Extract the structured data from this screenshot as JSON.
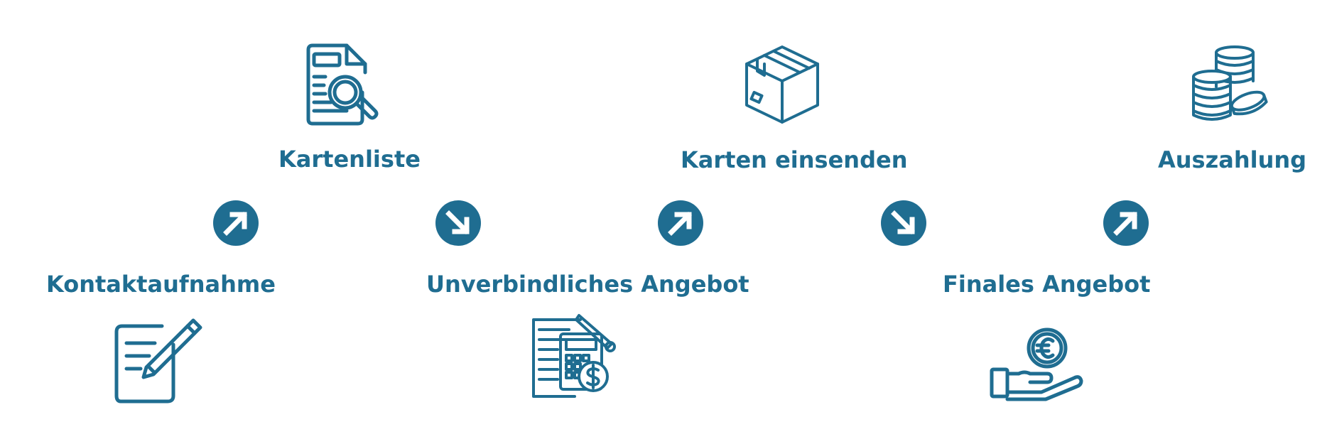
{
  "colors": {
    "accent": "#1f6d91",
    "background": "#ffffff",
    "arrow_glyph": "#ffffff"
  },
  "steps": [
    {
      "label": "Kontaktaufnahme",
      "icon": "note-pencil-icon"
    },
    {
      "label": "Kartenliste",
      "icon": "document-search-icon"
    },
    {
      "label": "Unverbindliches Angebot",
      "icon": "calculator-document-icon"
    },
    {
      "label": "Karten einsenden",
      "icon": "package-box-icon"
    },
    {
      "label": "Finales Angebot",
      "icon": "hand-euro-coin-icon"
    },
    {
      "label": "Auszahlung",
      "icon": "coin-stacks-icon"
    }
  ],
  "connectors": [
    {
      "direction": "up-right",
      "icon": "arrow-up-right-icon"
    },
    {
      "direction": "down-right",
      "icon": "arrow-down-right-icon"
    },
    {
      "direction": "up-right",
      "icon": "arrow-up-right-icon"
    },
    {
      "direction": "down-right",
      "icon": "arrow-down-right-icon"
    },
    {
      "direction": "up-right",
      "icon": "arrow-up-right-icon"
    }
  ]
}
